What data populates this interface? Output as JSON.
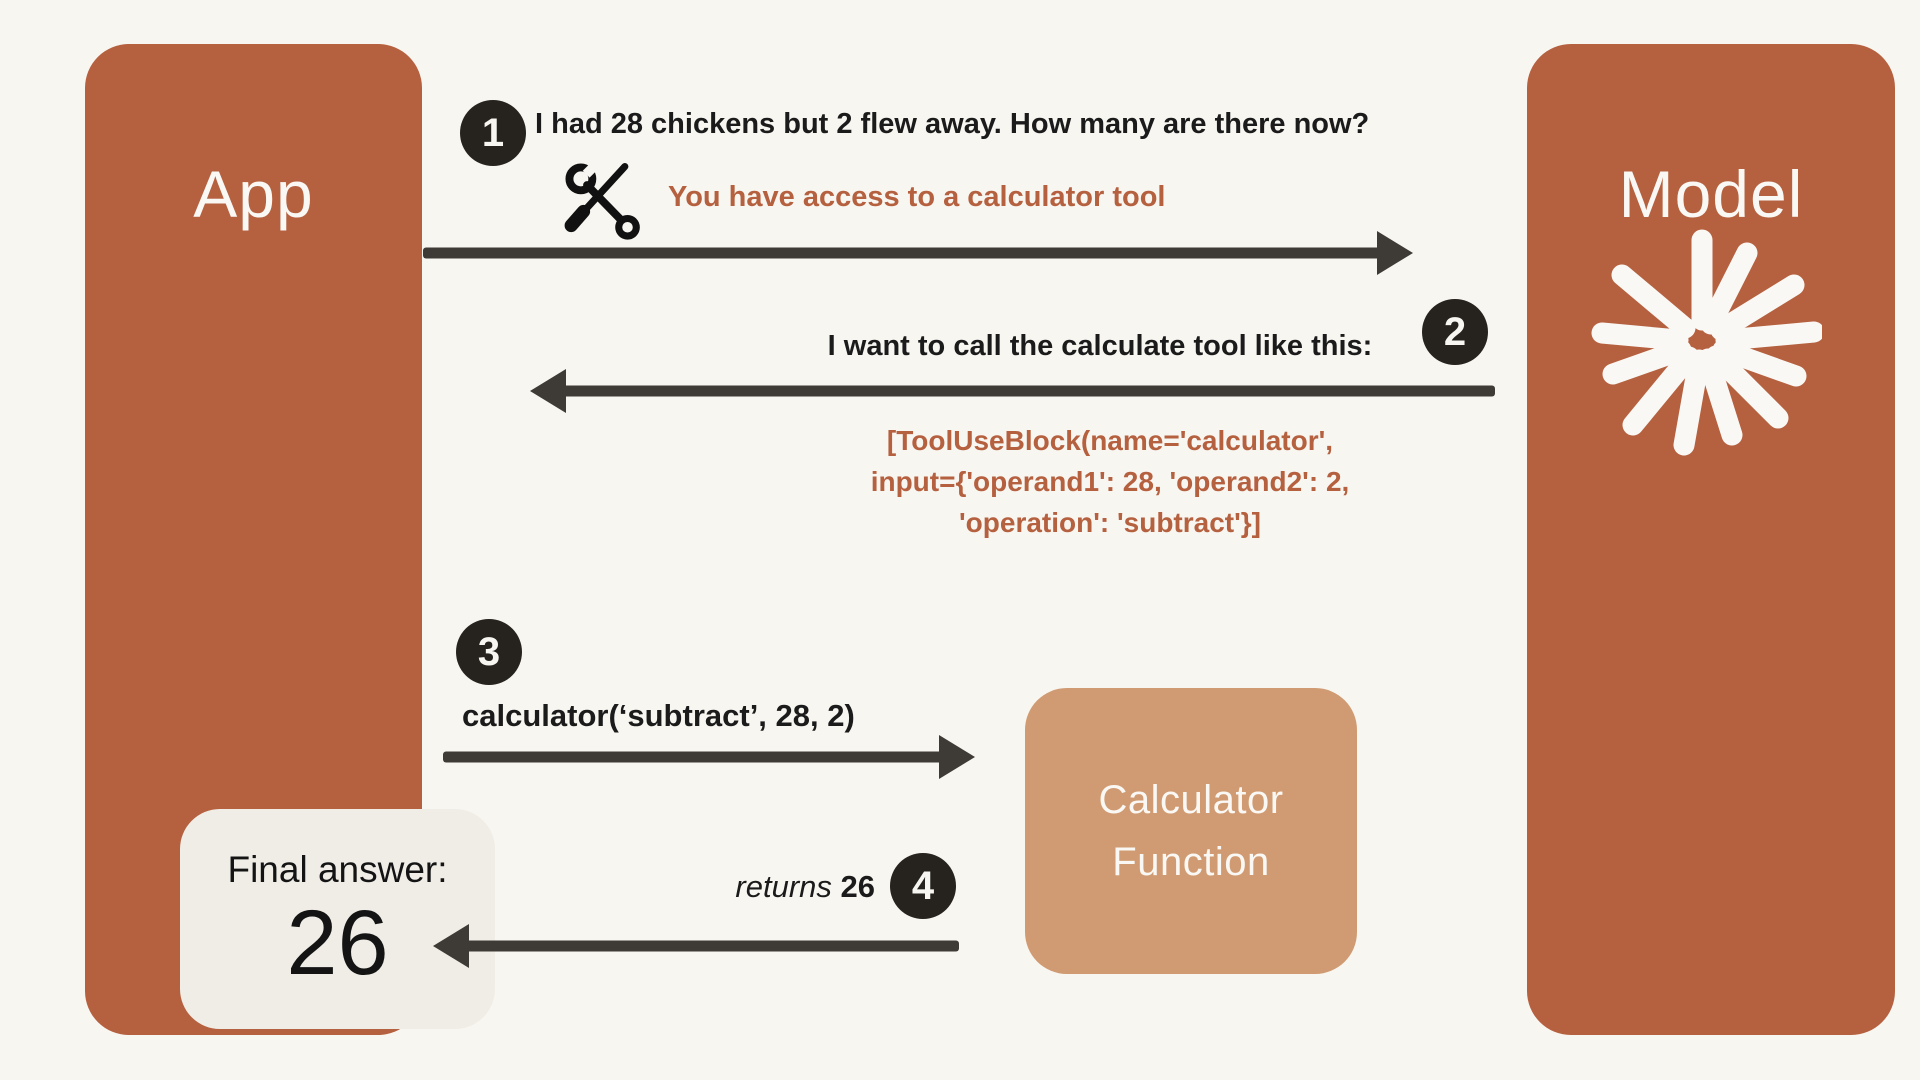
{
  "colors": {
    "background": "#f8f6f1",
    "pillar": "#b5603f",
    "calculator_box": "#d09b72",
    "final_answer_box": "#f0ede6",
    "arrow": "#3e3b37",
    "badge": "#26231e",
    "accent_text": "#b5603f",
    "text": "#1b1b1b"
  },
  "app_column": {
    "title": "App",
    "final_answer": {
      "label": "Final answer:",
      "value": "26"
    }
  },
  "model_column": {
    "title": "Model",
    "logo_icon": "starburst"
  },
  "calculator_box": {
    "line1": "Calculator",
    "line2": "Function"
  },
  "icons": {
    "tools": "wrench-and-screwdriver"
  },
  "steps": [
    {
      "number": "1",
      "message": "I had 28 chickens but 2 flew away. How many are there now?",
      "system_note": "You have access to a calculator tool",
      "arrow_direction": "app-to-model"
    },
    {
      "number": "2",
      "message": "I want to call the calculate tool like this:",
      "code_lines": [
        "[ToolUseBlock(name='calculator',",
        "input={'operand1': 28, 'operand2': 2,",
        "'operation': 'subtract'}]"
      ],
      "arrow_direction": "model-to-app"
    },
    {
      "number": "3",
      "message": "calculator(‘subtract’, 28, 2)",
      "arrow_direction": "app-to-calculator"
    },
    {
      "number": "4",
      "message_prefix": "returns",
      "message_value": "26",
      "arrow_direction": "calculator-to-app"
    }
  ]
}
